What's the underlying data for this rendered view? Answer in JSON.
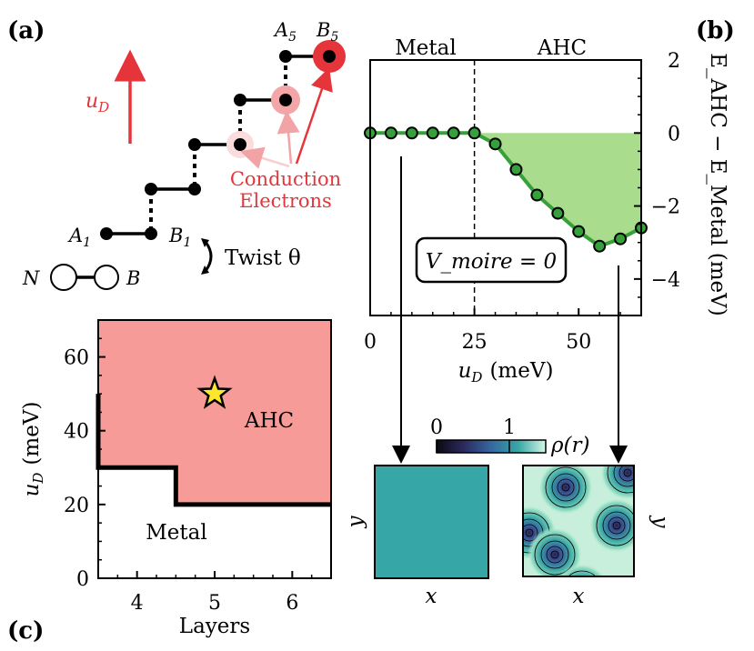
{
  "panel_labels": {
    "a": "(a)",
    "b": "(b)",
    "c": "(c)"
  },
  "colors": {
    "ahc_red": "#f79b98",
    "electron_red": "#e5343a",
    "green_fill": "#a9dd8d",
    "green_line": "#36a13a",
    "teal_uniform": "#36a6a6",
    "node_black": "#000000"
  },
  "schematic": {
    "field_label_main": "u",
    "field_label_sub": "D",
    "node_labels": [
      {
        "main": "A",
        "sub": "1"
      },
      {
        "main": "B",
        "sub": "1"
      },
      {
        "main": "A",
        "sub": "5"
      },
      {
        "main": "B",
        "sub": "5"
      }
    ],
    "conduction_line1": "Conduction",
    "conduction_line2": "Electrons",
    "twist_label": "Twist θ",
    "legend_n": "N",
    "legend_b": "B"
  },
  "chart_data": [
    {
      "type": "line",
      "panel": "b",
      "region_labels": [
        "Metal",
        "AHC"
      ],
      "boundary_x": 25,
      "xlabel_main": "u",
      "xlabel_sub": "D",
      "xlabel_unit": "(meV)",
      "ylabel_text": "E_AHC − E_Metal (meV)",
      "xlim": [
        0,
        65
      ],
      "ylim": [
        -5,
        2
      ],
      "xticks": [
        "0",
        "25",
        "50"
      ],
      "yticks": [
        "2",
        "0",
        "−2",
        "−4"
      ],
      "inset_label": "V_moire = 0",
      "series": [
        {
          "x": [
            0,
            5,
            10,
            15,
            20,
            25,
            30,
            35,
            40,
            45,
            50,
            55,
            60,
            65
          ],
          "y": [
            0,
            0,
            0,
            0,
            0,
            0,
            -0.3,
            -1.0,
            -1.7,
            -2.2,
            -2.7,
            -3.1,
            -2.9,
            -2.6
          ]
        }
      ]
    },
    {
      "type": "area",
      "panel": "c",
      "region_labels": [
        "AHC",
        "Metal"
      ],
      "xlabel": "Layers",
      "ylabel_main": "u",
      "ylabel_sub": "D",
      "ylabel_unit": "(meV)",
      "xlim": [
        3.5,
        6.5
      ],
      "ylim": [
        0,
        70
      ],
      "xticks": [
        "4",
        "5",
        "6"
      ],
      "yticks": [
        "0",
        "20",
        "40",
        "60"
      ],
      "boundary": {
        "layers": [
          3,
          4,
          5,
          6
        ],
        "u_d": [
          50,
          30,
          20,
          20
        ]
      },
      "marker": {
        "layers": 5,
        "u_d": 50,
        "symbol": "star"
      }
    }
  ],
  "density_maps": {
    "colorbar_ticks": [
      "0",
      "1"
    ],
    "colorbar_label_main": "ρ",
    "colorbar_label_arg": "(r)",
    "axis_x": "x",
    "axis_y": "y"
  }
}
